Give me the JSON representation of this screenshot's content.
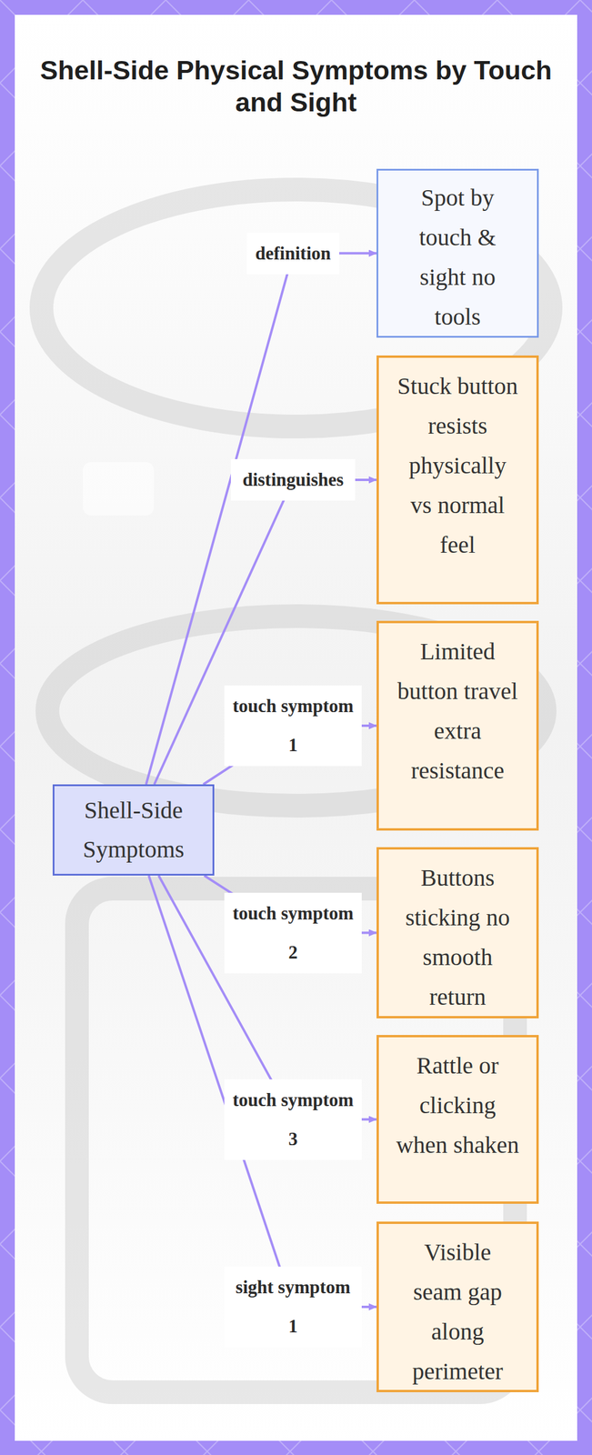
{
  "diagram": {
    "title": "Shell-Side Physical Symptoms by Touch and Sight",
    "nodes": [
      {
        "text": [
          "Shell-Side Symptoms"
        ]
      },
      {
        "text": [
          "Spot by touch & sight no tools"
        ]
      },
      {
        "text": [
          "Stuck button resists physically vs normal feel"
        ]
      },
      {
        "text": [
          "Limited button travel extra resistance"
        ]
      },
      {
        "text": [
          "Buttons sticking no smooth return"
        ]
      },
      {
        "text": [
          "Rattle or clicking when shaken"
        ]
      },
      {
        "text": [
          "Visible seam gap along perimeter"
        ]
      }
    ],
    "edges": [
      {
        "from": 0,
        "to": 1,
        "label": "definition",
        "arrow": "to"
      },
      {
        "from": 0,
        "to": 2,
        "label": "distinguishes",
        "arrow": "to"
      },
      {
        "from": 0,
        "to": 3,
        "label": "touch symptom 1",
        "arrow": "to"
      },
      {
        "from": 0,
        "to": 4,
        "label": "touch symptom 2",
        "arrow": "to"
      },
      {
        "from": 0,
        "to": 5,
        "label": "touch symptom 3",
        "arrow": "to"
      },
      {
        "from": 0,
        "to": 6,
        "label": "sight symptom 1",
        "arrow": "to"
      }
    ]
  }
}
